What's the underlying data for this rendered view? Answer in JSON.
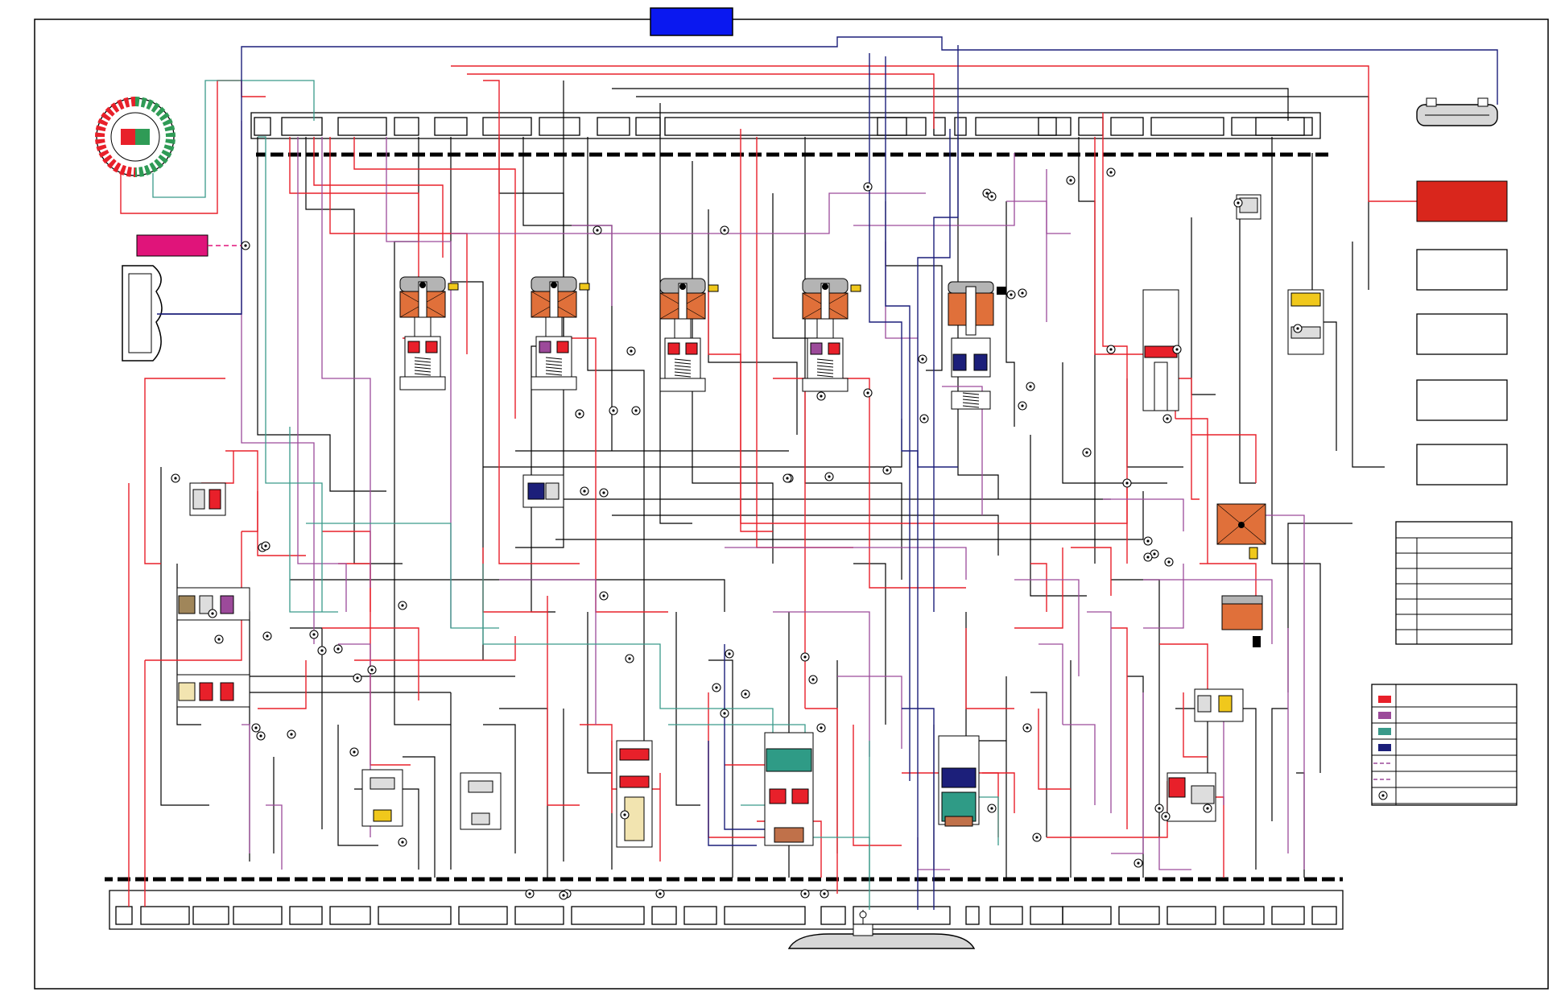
{
  "diagram": {
    "kind": "hydraulic-circuit-schematic",
    "title_box_text": "",
    "colors": {
      "background": "#ffffff",
      "frame": "#000000",
      "line": "#000000",
      "pressure_red": "#e8202a",
      "signal_purple": "#9c4a9a",
      "lube_teal": "#3a9a8a",
      "exhaust_navy": "#1c1f7a",
      "title_blue": "#0a18f0",
      "callout_red": "#d9261c",
      "callout_magenta": "#e0147a",
      "solenoid_orange": "#e0703a",
      "solenoid_grey": "#b4b4b4",
      "spring_yellow": "#f0c81c",
      "valve_teal": "#2f9b86",
      "valve_brown": "#c0714a"
    },
    "legend": {
      "rows": [
        {
          "swatch": "#e8202a",
          "style": "solid",
          "label": ""
        },
        {
          "swatch": "#9c4a9a",
          "style": "solid",
          "label": ""
        },
        {
          "swatch": "#3a9a8a",
          "style": "solid",
          "label": ""
        },
        {
          "swatch": "#1c1f7a",
          "style": "solid",
          "label": ""
        },
        {
          "swatch": "#9c4a9a",
          "style": "dashed",
          "label": ""
        },
        {
          "swatch": "#9c4a9a",
          "style": "dashed",
          "label": ""
        },
        {
          "swatch": "#000000",
          "style": "node",
          "label": ""
        }
      ]
    },
    "table_rows": 8,
    "components": [
      {
        "name": "oil-pump-gear",
        "label": ""
      },
      {
        "name": "pressure-filter",
        "label": ""
      },
      {
        "name": "oil-pan",
        "label": ""
      },
      {
        "name": "cooler",
        "label": ""
      },
      {
        "name": "pressure-control-solenoid-1",
        "label": ""
      },
      {
        "name": "pressure-control-solenoid-2",
        "label": ""
      },
      {
        "name": "pressure-control-solenoid-3",
        "label": ""
      },
      {
        "name": "pressure-control-solenoid-4",
        "label": ""
      },
      {
        "name": "tcc-solenoid",
        "label": ""
      },
      {
        "name": "line-pressure-valve",
        "label": ""
      },
      {
        "name": "shift-solenoid-a",
        "label": ""
      },
      {
        "name": "shift-solenoid-b",
        "label": ""
      }
    ],
    "side_boxes": [
      {
        "name": "clutch-box-1",
        "label": ""
      },
      {
        "name": "clutch-box-2",
        "label": ""
      },
      {
        "name": "clutch-box-3",
        "label": ""
      },
      {
        "name": "clutch-box-4",
        "label": ""
      },
      {
        "name": "clutch-box-5",
        "label": ""
      }
    ]
  }
}
